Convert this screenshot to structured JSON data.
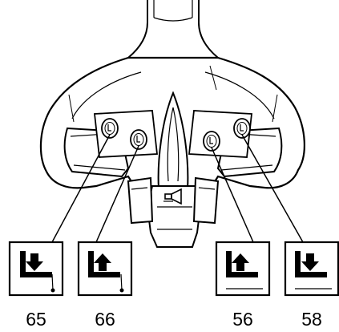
{
  "diagram": {
    "callouts": [
      {
        "number": "65",
        "symbol": "fork-lower-icon",
        "side": "left"
      },
      {
        "number": "66",
        "symbol": "fork-raise-icon",
        "side": "left"
      },
      {
        "number": "56",
        "symbol": "fork-raise-icon",
        "side": "right"
      },
      {
        "number": "58",
        "symbol": "fork-lower-icon",
        "side": "right"
      }
    ],
    "center_icon": "horn-icon",
    "colors": {
      "line": "#000000",
      "fill": "#ffffff"
    }
  }
}
